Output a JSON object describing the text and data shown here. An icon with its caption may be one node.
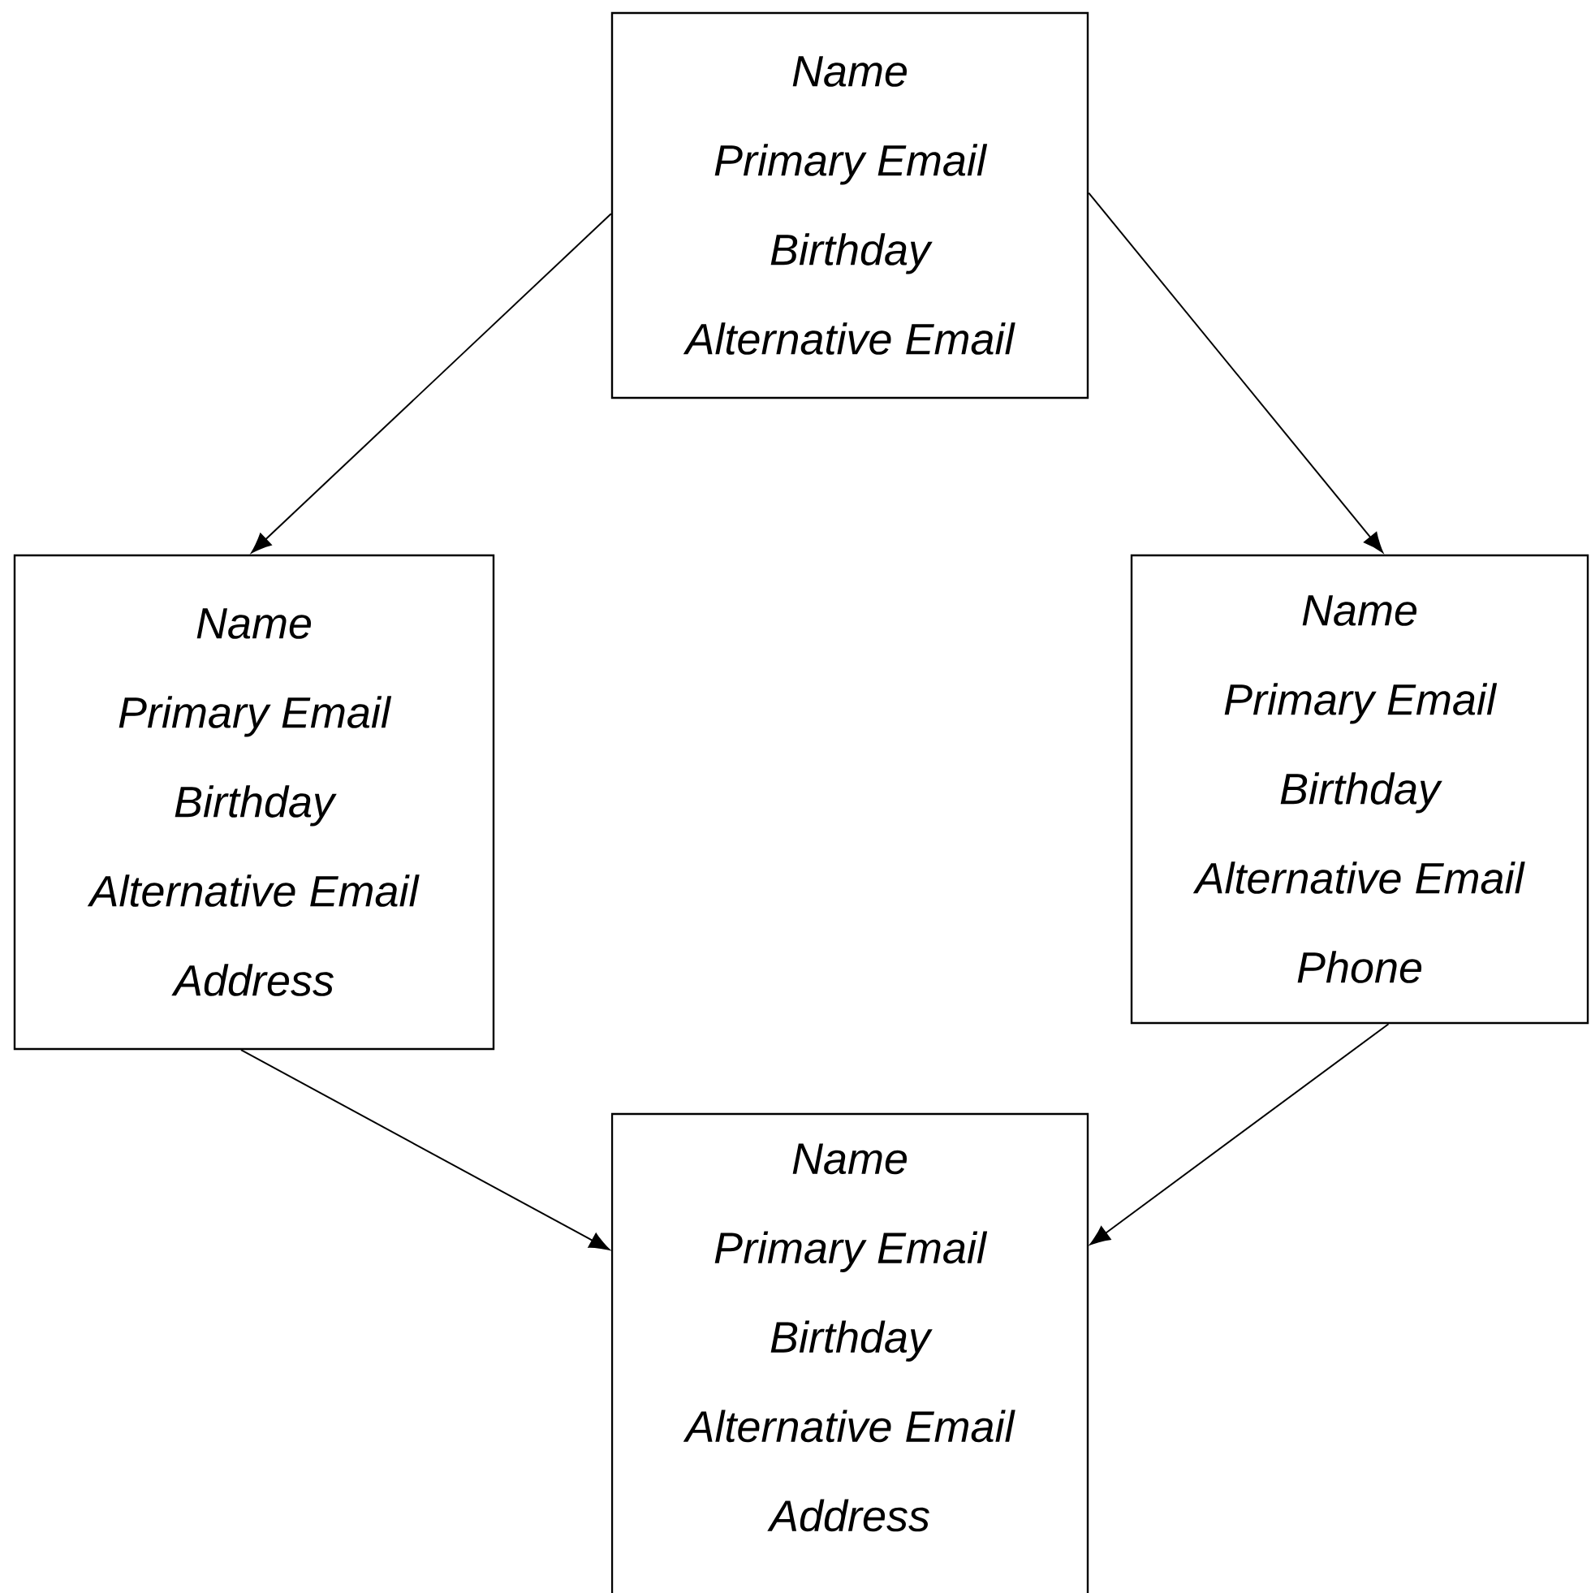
{
  "diagram": {
    "nodes": [
      {
        "text": [
          "Name",
          "Primary Email",
          "Birthday",
          "Alternative Email"
        ]
      },
      {
        "text": [
          "Name",
          "Primary Email",
          "Birthday",
          "Alternative Email",
          "Address"
        ]
      },
      {
        "text": [
          "Name",
          "Primary Email",
          "Birthday",
          "Alternative Email",
          "Phone"
        ]
      },
      {
        "text": [
          "Name",
          "Primary Email",
          "Birthday",
          "Alternative Email",
          "Address"
        ]
      }
    ],
    "edges": [
      {
        "from": 0,
        "to": 1,
        "arrow": "to"
      },
      {
        "from": 0,
        "to": 2,
        "arrow": "to"
      },
      {
        "from": 1,
        "to": 3,
        "arrow": "to"
      },
      {
        "from": 2,
        "to": 3,
        "arrow": "to"
      }
    ]
  }
}
